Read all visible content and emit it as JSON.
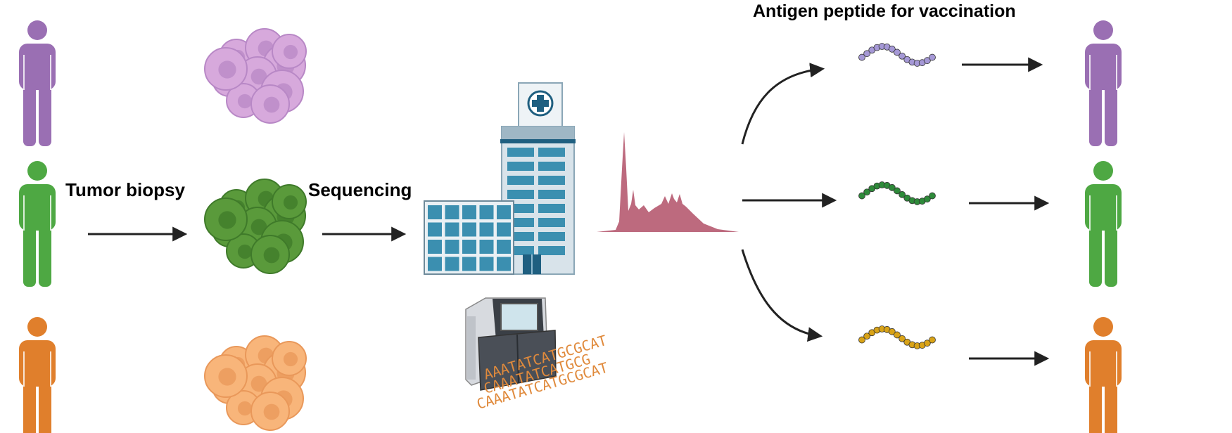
{
  "labels": {
    "tumor_biopsy": "Tumor biopsy",
    "sequencing": "Sequencing",
    "antigen_peptide": "Antigen peptide for vaccination"
  },
  "dna_lines": [
    "AAATATCATGCGCAT",
    "CAAATATCATGCG",
    "CAAATATCATGCGCAT"
  ],
  "patients": [
    {
      "name": "purple",
      "color": "#9a6fb3",
      "tumor_fill": "#d7a9dc",
      "tumor_dark": "#b888c6",
      "peptide": "#a598d6"
    },
    {
      "name": "green",
      "color": "#4ea843",
      "tumor_fill": "#5a9a3b",
      "tumor_dark": "#3f7a2a",
      "peptide": "#2e8a3a"
    },
    {
      "name": "orange",
      "color": "#e07f2c",
      "tumor_fill": "#f8b57a",
      "tumor_dark": "#e9985a",
      "peptide": "#d9a317"
    }
  ],
  "colors": {
    "arrow": "#222222",
    "spectrum": "#b65a70",
    "hospital_blue": "#3b8fb0",
    "hospital_dark": "#1f5f80"
  }
}
